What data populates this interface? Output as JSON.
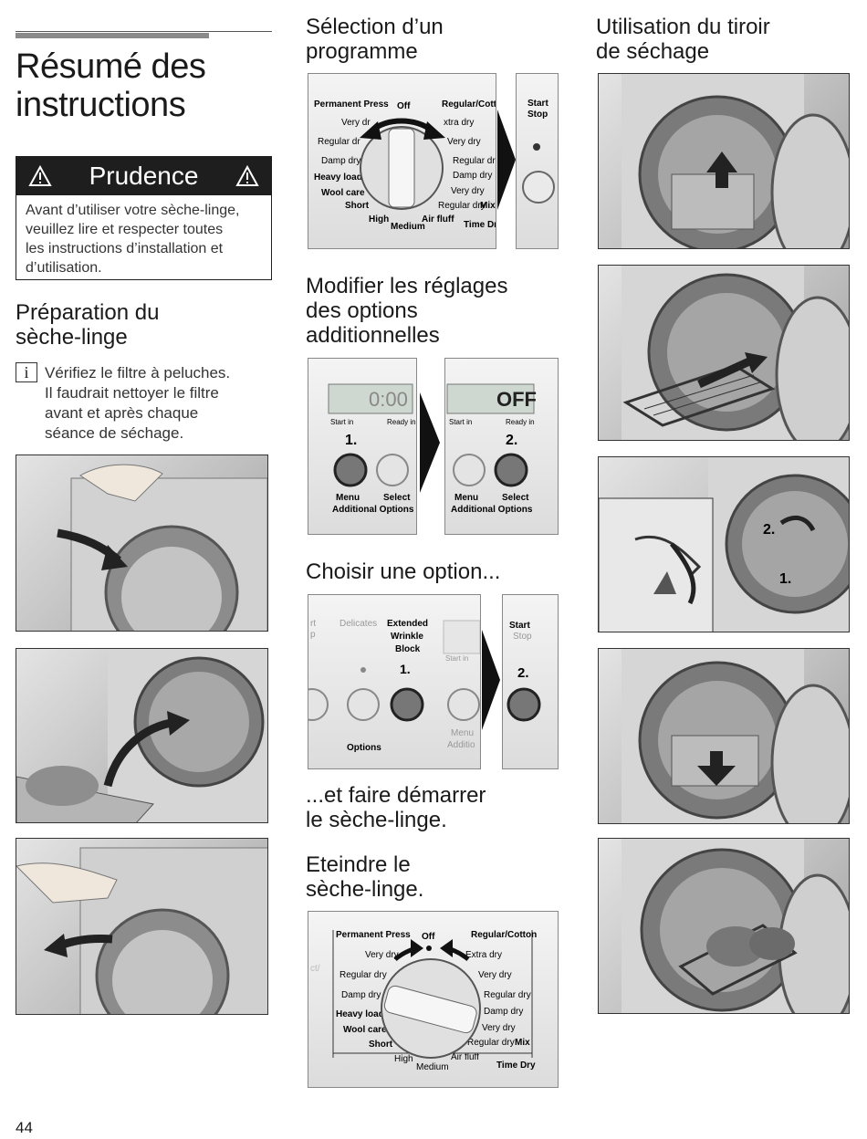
{
  "page": {
    "number": "44"
  },
  "left": {
    "title_line1": "Résumé des",
    "title_line2": "instructions",
    "warning": {
      "heading": "Prudence",
      "lines": [
        "Avant d’utiliser votre sèche-linge,",
        "veuillez lire et respecter toutes",
        "les instructions d’installation et",
        "d’utilisation."
      ]
    },
    "prep": {
      "heading_line1": "Préparation du",
      "heading_line2": "sèche-linge",
      "info_glyph": "i",
      "lines": [
        "Vérifiez le filtre à peluches.",
        "Il faudrait nettoyer le filtre",
        "avant et après chaque",
        "séance de séchage."
      ]
    }
  },
  "middle": {
    "sel_heading_line1": "Sélection d’un",
    "sel_heading_line2": "programme",
    "mod_heading_line1": "Modifier les réglages",
    "mod_heading_line2": "des options",
    "mod_heading_line3": "additionnelles",
    "choose_heading": "Choisir une option...",
    "start_heading_line1": "...et faire démarrer",
    "start_heading_line2": "le sèche-linge.",
    "off_heading_line1": "Eteindre le",
    "off_heading_line2": "sèche-linge."
  },
  "dial": {
    "permanent_press": "Permanent Press",
    "off": "Off",
    "regular_cotton": "Regular/Cotton",
    "very_dry_l": "Very dry",
    "extra_dry": "Extra dry",
    "regular_dry_l": "Regular dry",
    "very_dry_r": "Very dry",
    "damp_dry_l": "Damp dry",
    "regular_dry_r": "Regular dry",
    "heavy_load": "Heavy load",
    "damp_dry_r": "Damp dry",
    "wool_care": "Wool care",
    "very_dry_r2": "Very dry",
    "short": "Short",
    "regular_dry_mix": "Regular dry",
    "mix": "Mix",
    "high": "High",
    "medium": "Medium",
    "air_fluff": "Air fluff",
    "time_dry": "Time Dry"
  },
  "dial_cropped": {
    "very_dry_l": "Very dr",
    "extra_dry": "xtra dry",
    "regular_dry_l": "Regular dr",
    "very_dry_r": "Very dry"
  },
  "start_panel": {
    "start": "Start",
    "stop": "Stop"
  },
  "options_panels": {
    "display1": "0:00",
    "display2": "OFF",
    "start_in": "Start in",
    "ready_in": "Ready in",
    "step1": "1.",
    "step2": "2.",
    "menu": "Menu",
    "select": "Select",
    "additional_options": "Additional Options"
  },
  "choose_panel": {
    "rt": "rt",
    "p": "p",
    "delicates": "Delicates",
    "extended": "Extended",
    "wrinkle": "Wrinkle",
    "block": "Block",
    "start_in": "Start in",
    "step1": "1.",
    "options": "Options",
    "menu": "Menu",
    "additio": "Additio",
    "start": "Start",
    "stop": "Stop",
    "step2": "2."
  },
  "off_panel": {
    "ct": "ct/"
  },
  "right": {
    "heading_line1": "Utilisation du tiroir",
    "heading_line2": "de séchage",
    "step2": "2.",
    "step1": "1."
  }
}
